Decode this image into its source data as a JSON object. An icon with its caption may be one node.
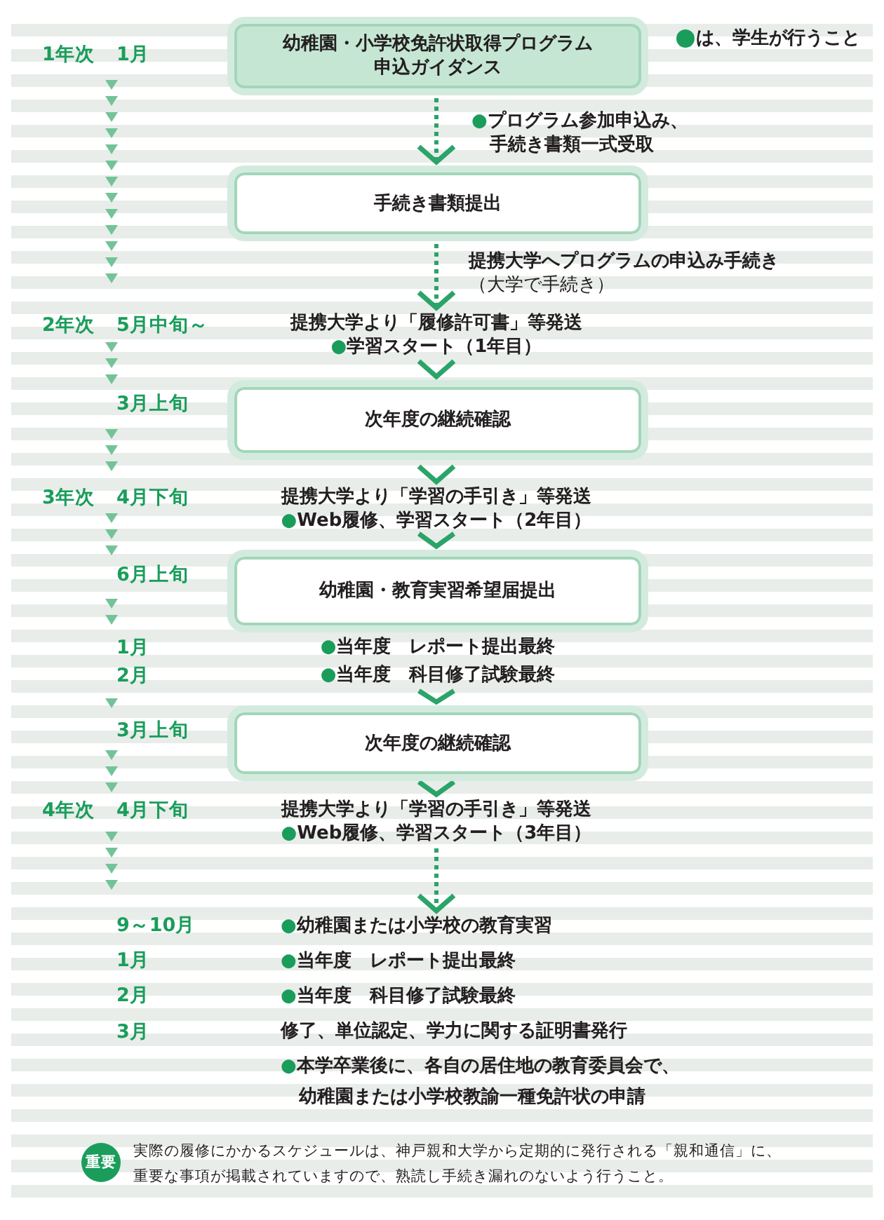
{
  "diagram": {
    "nodes": [
      {
        "text": [
          "幼稚園・小学校免許状取得プログラム申込ガイダンス"
        ]
      },
      {
        "text": [
          "手続き書類提出"
        ]
      },
      {
        "text": [
          "提携大学より「履修許可書」等発送",
          "●学習スタート（1年目）"
        ]
      },
      {
        "text": [
          "次年度の継続確認"
        ]
      },
      {
        "text": [
          "提携大学より「学習の手引き」等発送",
          "●Web履修、学習スタート（2年目）"
        ]
      },
      {
        "text": [
          "幼稚園・教育実習希望届提出"
        ]
      },
      {
        "text": [
          "●当年度　レポート提出最終",
          "●当年度　科目修了試験最終"
        ]
      },
      {
        "text": [
          "次年度の継続確認"
        ]
      },
      {
        "text": [
          "提携大学より「学習の手引き」等発送",
          "●Web履修、学習スタート（3年目）"
        ]
      },
      {
        "text": [
          "●幼稚園または小学校の教育実習"
        ]
      },
      {
        "text": [
          "重要"
        ],
        "beside": [
          "実際の履修にかかるスケジュールは、神戸親和大学から定期的に発行される「親和通信」に、重要な事項が掲載されていますので、熟読し手続き漏れのないよう行うこと。"
        ]
      }
    ],
    "edges": [
      {
        "from": 0,
        "to": 1,
        "arrow": "to",
        "style": "dashed",
        "label": "●プログラム参加申込み、手続き書類一式受取"
      },
      {
        "from": 1,
        "to": 2,
        "arrow": "to",
        "style": "dashed",
        "label": "**提携大学へプログラムの申込み手続き**（大学で手続き）"
      },
      {
        "from": 2,
        "to": 3,
        "arrow": "to"
      },
      {
        "from": 3,
        "to": 4,
        "arrow": "to"
      },
      {
        "from": 4,
        "to": 5,
        "arrow": "to"
      },
      {
        "from": 6,
        "to": 7,
        "arrow": "to"
      },
      {
        "from": 7,
        "to": 8,
        "arrow": "to"
      },
      {
        "from": 8,
        "to": 9,
        "arrow": "to",
        "style": "dashed"
      }
    ],
    "labels": [
      "1年次",
      "1月",
      "2年次",
      "5月中旬～",
      "3月上旬",
      "3年次",
      "4月下旬",
      "6月上旬",
      "1月",
      "2月",
      "3月上旬",
      "4年次",
      "4月下旬",
      "9～10月",
      "1月",
      "●当年度　レポート提出最終",
      "2月",
      "●当年度　科目修了試験最終",
      "3月",
      "修了、単位認定、学力に関する証明書発行",
      "●本学卒業後に、各自の居住地の教育委員会で、幼稚園または小学校教諭一種免許状の申請"
    ],
    "legend": [
      {
        "text": "は、学生が行うこと",
        "color": "#1a9d5b"
      }
    ]
  }
}
